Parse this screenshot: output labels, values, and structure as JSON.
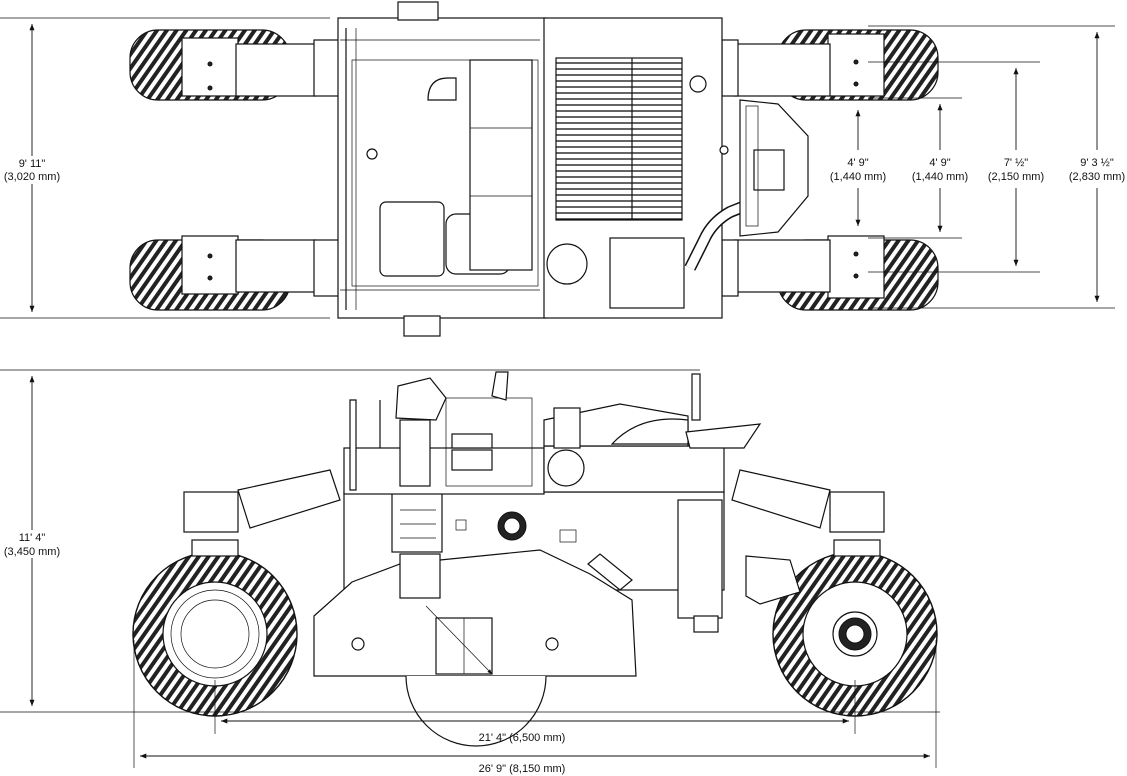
{
  "dimensions": {
    "top_view_width": {
      "ft": "9' 11\"",
      "mm": "(3,020 mm)"
    },
    "rear_track_a": {
      "ft": "4' 9\"",
      "mm": "(1,440 mm)"
    },
    "rear_track_b": {
      "ft": "4' 9\"",
      "mm": "(1,440 mm)"
    },
    "rear_wheel_center_span": {
      "ft": "7' ½\"",
      "mm": "(2,150 mm)"
    },
    "rear_overall_width": {
      "ft": "9' 3 ½\"",
      "mm": "(2,830 mm)"
    },
    "side_view_height": {
      "ft": "11' 4\"",
      "mm": "(3,450 mm)"
    },
    "wheelbase": "21' 4\" (6,500 mm)",
    "overall_length": "26' 9\" (8,150 mm)"
  }
}
